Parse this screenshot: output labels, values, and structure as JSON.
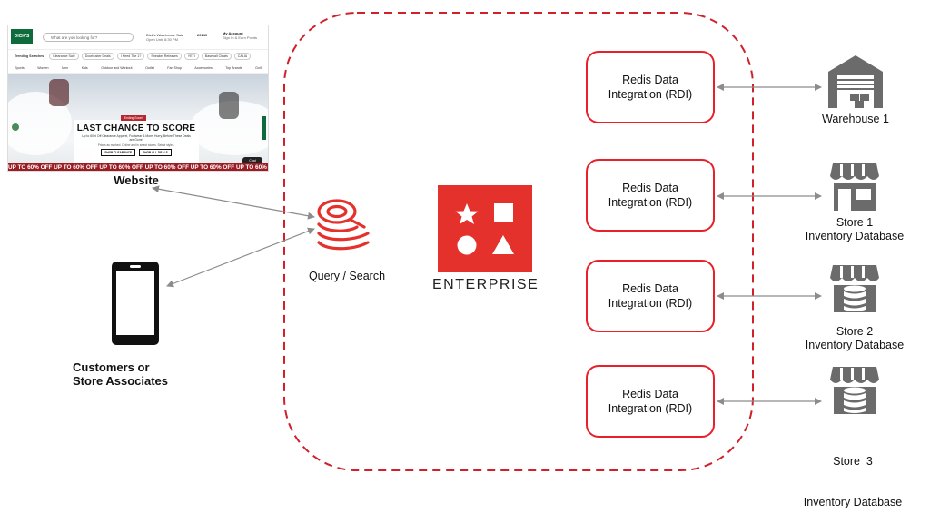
{
  "website": {
    "label": "Website",
    "screenshot": {
      "logo_text": "DICK'S",
      "search_placeholder": "What are you looking for?",
      "store_name": "Dick's Warehouse Sale",
      "store_phone": "Open Until 8:30 PM",
      "zip": "20149",
      "account_title": "My Account",
      "account_sub": "Sign In & Earn Points",
      "trending_label": "Trending Searches",
      "pills": [
        "Clearance Sale",
        "Doorbuster Deals",
        "I Need The 1?",
        "Sneaker Releases",
        "YETI",
        "Baseball Cleats",
        "CALIA"
      ],
      "nav": [
        "Sports",
        "Women",
        "Men",
        "Kids",
        "Outdoor and Workout",
        "Outlet",
        "Fan Shop",
        "Accessories",
        "Top Brands",
        "Golf"
      ],
      "badge": "Ending Soon!",
      "headline": "LAST CHANCE TO SCORE",
      "subhead": "Up to 60% Off Clearance Apparel, Footwear & More. Hurry, Before These Deals are Gone!",
      "fine_print": "Prices as marked. Online and in select stores. Select styles.",
      "buttons": [
        "SHOP CLEARANCE",
        "SHOP ALL DEALS"
      ],
      "strip": "UP TO 60% OFF   UP TO 60% OFF   UP TO 60% OFF   UP TO 60% OFF   UP TO 60% OFF   UP TO 60% OFF",
      "chat": "Chat"
    }
  },
  "customers": {
    "line1": "Customers or",
    "line2": "Store Associates"
  },
  "query_search": {
    "label": "Query / Search"
  },
  "enterprise": {
    "label": "ENTERPRISE"
  },
  "rdi_boxes": [
    {
      "line1": "Redis Data",
      "line2": "Integration (RDI)"
    },
    {
      "line1": "Redis Data",
      "line2": "Integration (RDI)"
    },
    {
      "line1": "Redis Data",
      "line2": "Integration (RDI)"
    },
    {
      "line1": "Redis Data",
      "line2": "Integration (RDI)"
    }
  ],
  "targets": [
    {
      "line1": "Warehouse 1",
      "line2": "",
      "icon": "warehouse-icon"
    },
    {
      "line1": "Store 1",
      "line2": "Inventory Database",
      "icon": "store-icon"
    },
    {
      "line1": "Store 2",
      "line2": "Inventory Database",
      "icon": "store-database-icon"
    },
    {
      "line1": "Store  3",
      "line2": "Inventory Database",
      "icon": "store-database-icon"
    }
  ],
  "colors": {
    "redis_red": "#e5312c",
    "border_red": "#e8202a",
    "icon_gray": "#6b6b6b",
    "arrow_gray": "#8c8c8c"
  }
}
